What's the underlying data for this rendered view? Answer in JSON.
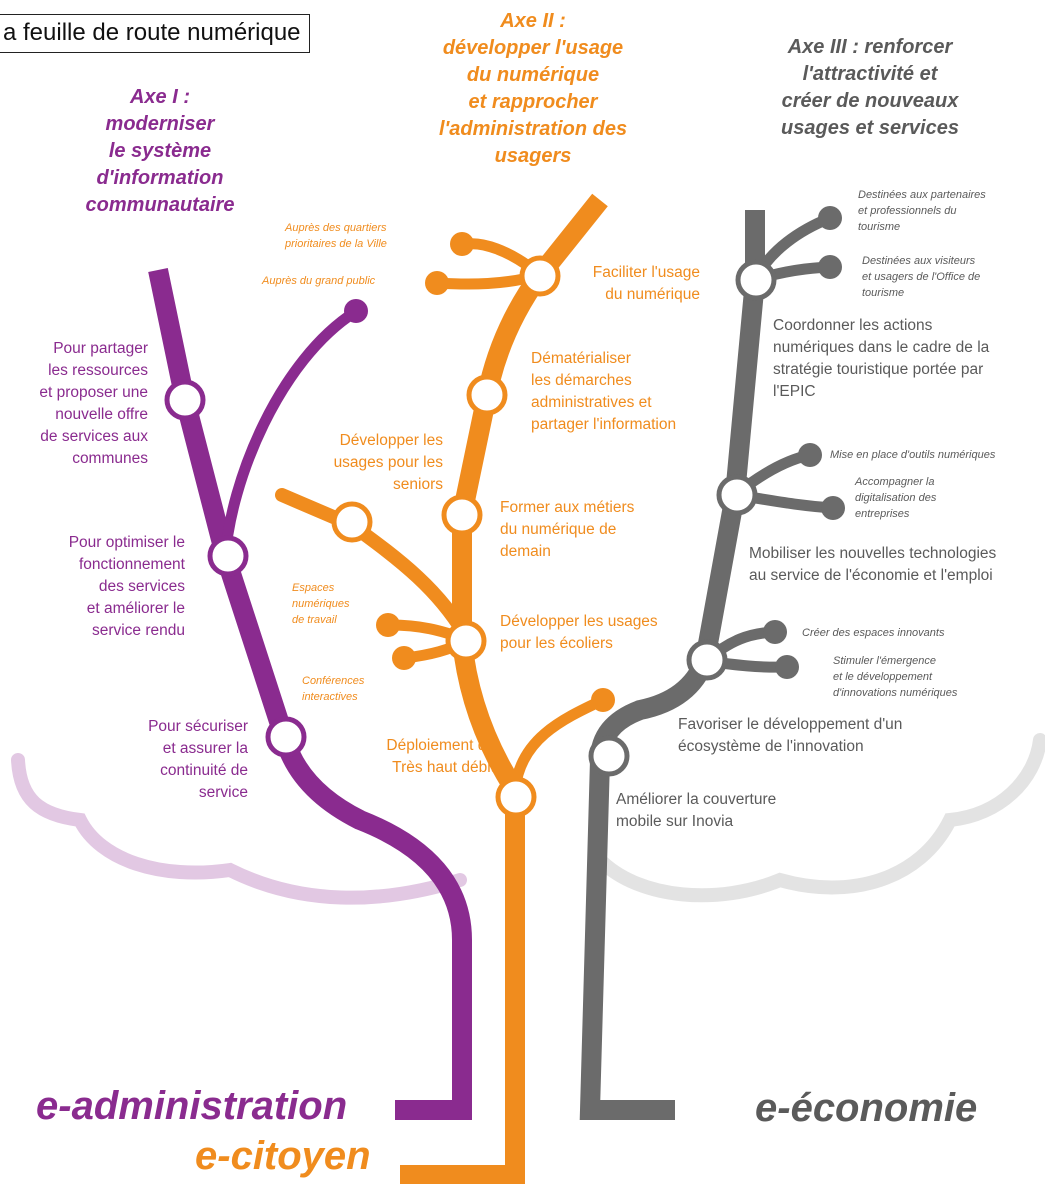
{
  "title": "a feuille de route numérique",
  "colors": {
    "axe1": "#8a2b8f",
    "axe2": "#f08c1e",
    "axe3": "#6b6b6b"
  },
  "axe1": {
    "title": [
      "Axe I :",
      "moderniser",
      "le système",
      "d'information",
      "communautaire"
    ],
    "labels": {
      "partager": [
        "Pour partager",
        "les ressources",
        "et proposer une",
        "nouvelle offre",
        "de services aux",
        "communes"
      ],
      "optimiser": [
        "Pour optimiser le",
        "fonctionnement",
        "des services",
        "et améliorer le",
        "service rendu"
      ],
      "securiser": [
        "Pour sécuriser",
        "et assurer la",
        "continuité de",
        "service"
      ]
    },
    "footer": "e-administration"
  },
  "axe2": {
    "title": [
      "Axe II :",
      "développer l'usage",
      "du numérique",
      "et rapprocher",
      "l'administration des",
      "usagers"
    ],
    "labels": {
      "quartiers": [
        "Auprès des quartiers",
        "prioritaires de la Ville"
      ],
      "grand_public": "Auprès du grand public",
      "faciliter": [
        "Faciliter l'usage",
        "du numérique"
      ],
      "dematerialiser": [
        "Dématérialiser",
        "les démarches",
        "administratives et",
        "partager l'information"
      ],
      "seniors": [
        "Développer   les",
        "usages  pour  les",
        "seniors"
      ],
      "former": [
        "Former aux métiers",
        "du numérique de",
        "demain"
      ],
      "espaces": [
        "Espaces",
        "numériques",
        "de travail"
      ],
      "ecoliers": [
        "Développer les usages",
        "pour les écoliers"
      ],
      "conferences": [
        "Conférences",
        "interactives"
      ],
      "thd": [
        "Déploiement du",
        "Très haut débit"
      ]
    },
    "footer": "e-citoyen"
  },
  "axe3": {
    "title": [
      "Axe III : renforcer",
      "l'attractivité et",
      "créer de nouveaux",
      "usages et services"
    ],
    "labels": {
      "partenaires": [
        "Destinées aux partenaires",
        "et professionnels du",
        "tourisme"
      ],
      "visiteurs": [
        "Destinées aux visiteurs",
        "et usagers de l'Office de",
        "tourisme"
      ],
      "coordonner": [
        "Coordonner les actions",
        "numériques dans le cadre de la",
        "stratégie touristique portée par",
        "l'EPIC"
      ],
      "outils": "Mise en place d'outils numériques",
      "accompagner": [
        "Accompagner la",
        "digitalisation des",
        "entreprises"
      ],
      "mobiliser": [
        "Mobiliser les nouvelles technologies",
        "au service de l'économie et l'emploi"
      ],
      "espaces_innovants": "Créer des espaces innovants",
      "stimuler": [
        "Stimuler l'émergence",
        "et le développement",
        "d'innovations numériques"
      ],
      "favoriser": [
        "Favoriser le développement d'un",
        "écosystème de l'innovation"
      ],
      "couverture": [
        "Améliorer la couverture",
        "mobile sur Inovia"
      ]
    },
    "footer": "e-économie"
  }
}
